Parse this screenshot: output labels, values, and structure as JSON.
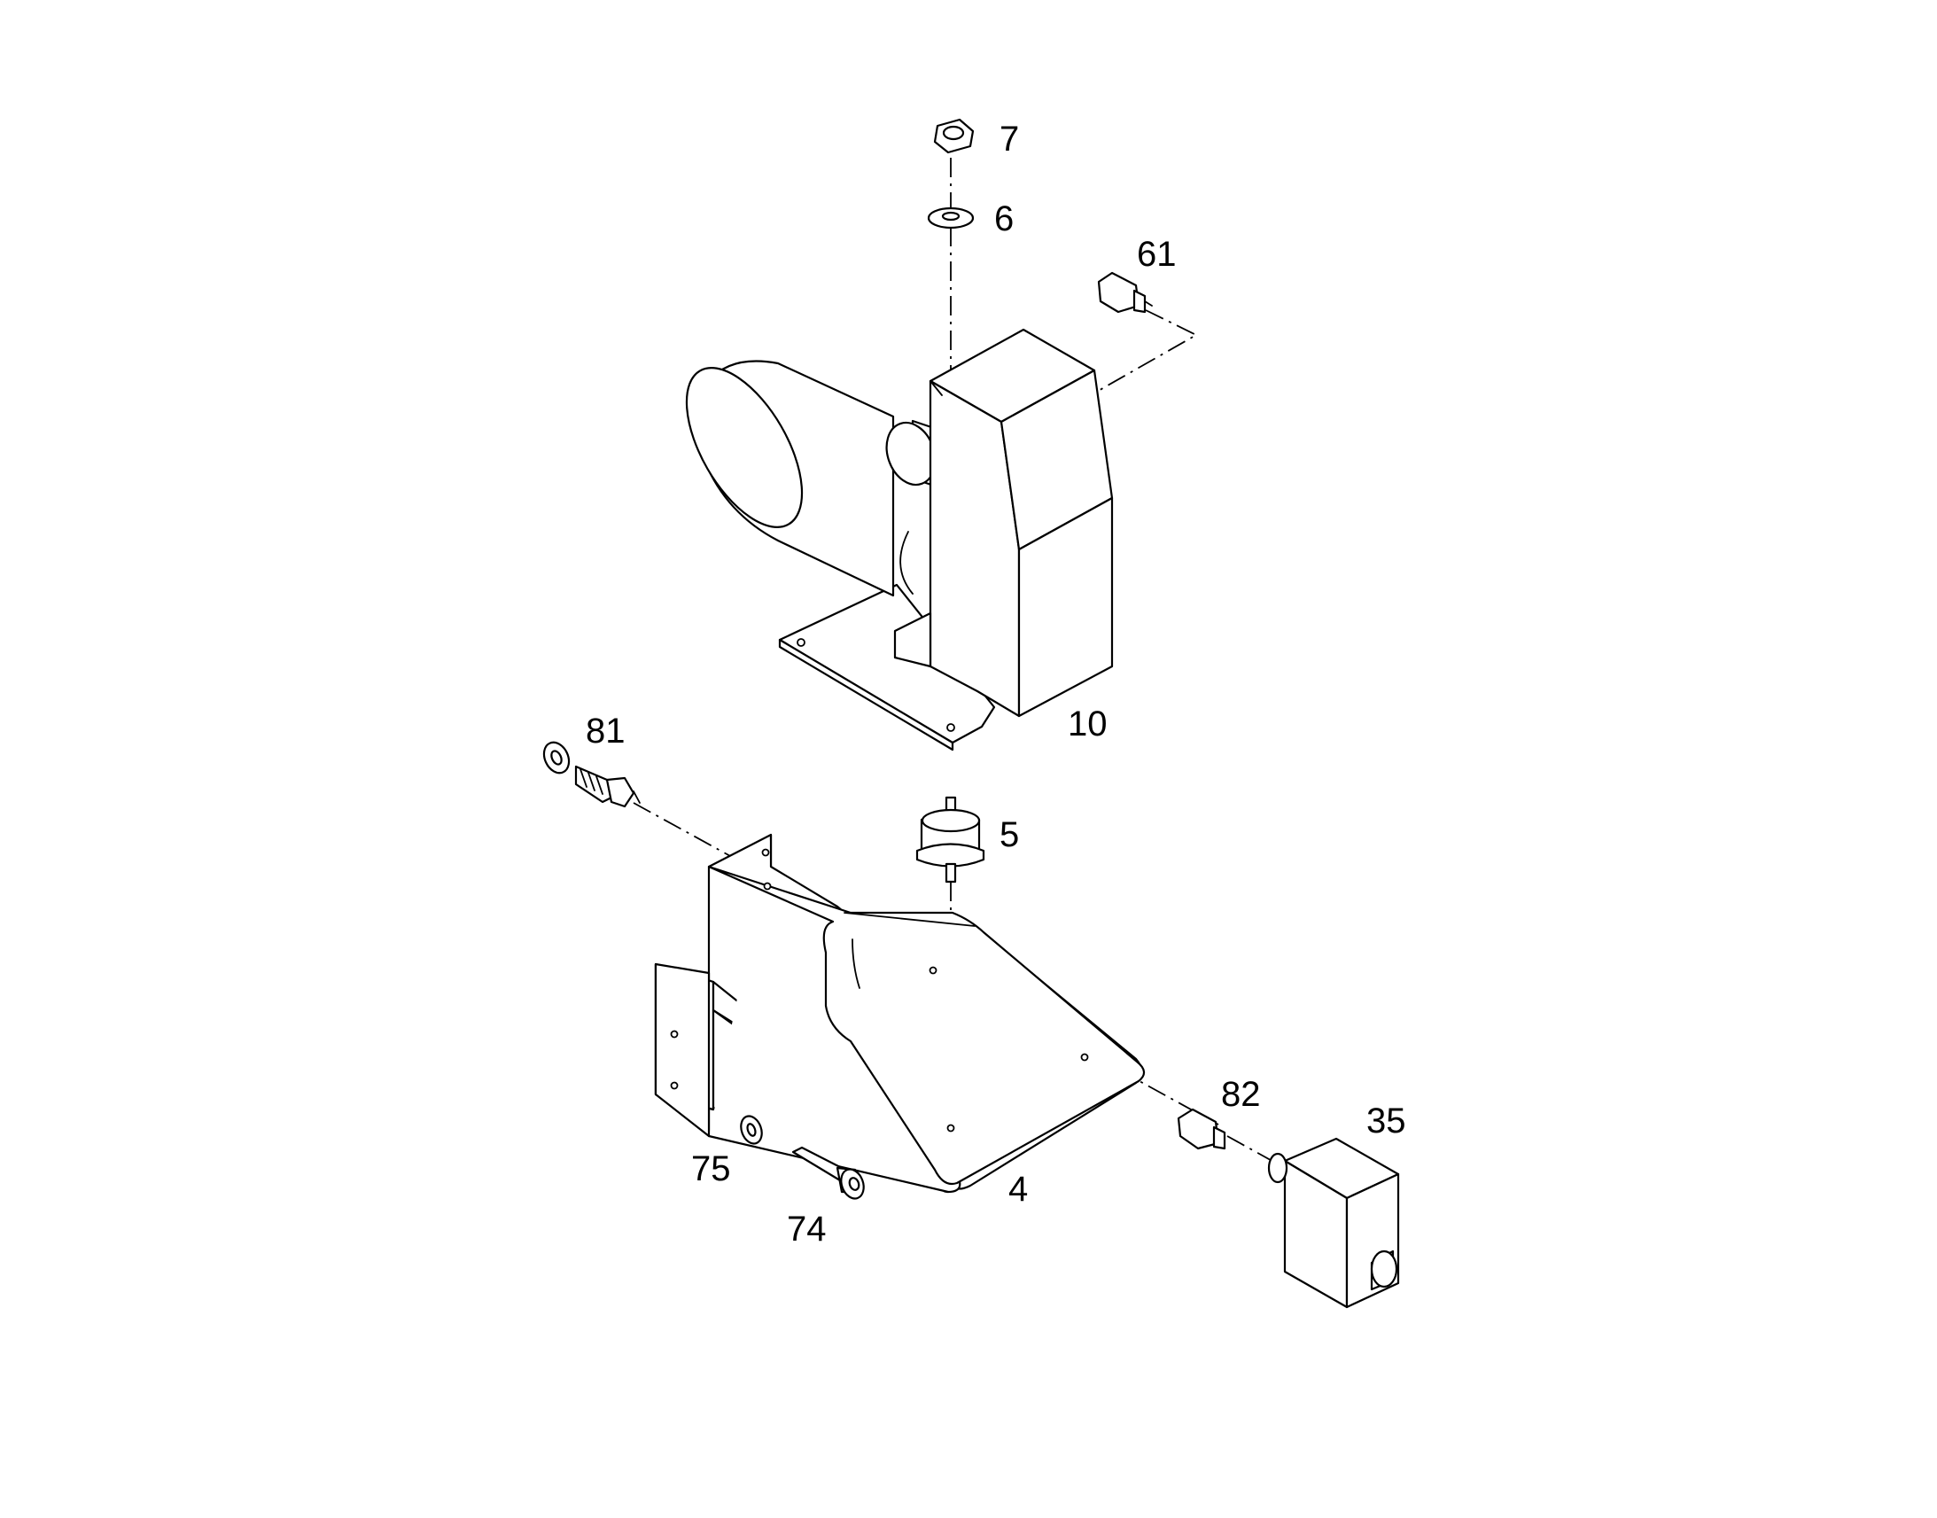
{
  "callouts": {
    "p7": "7",
    "p6": "6",
    "p61": "61",
    "p10": "10",
    "p81": "81",
    "p5": "5",
    "p82": "82",
    "p35": "35",
    "p75": "75",
    "p4": "4",
    "p74": "74"
  }
}
